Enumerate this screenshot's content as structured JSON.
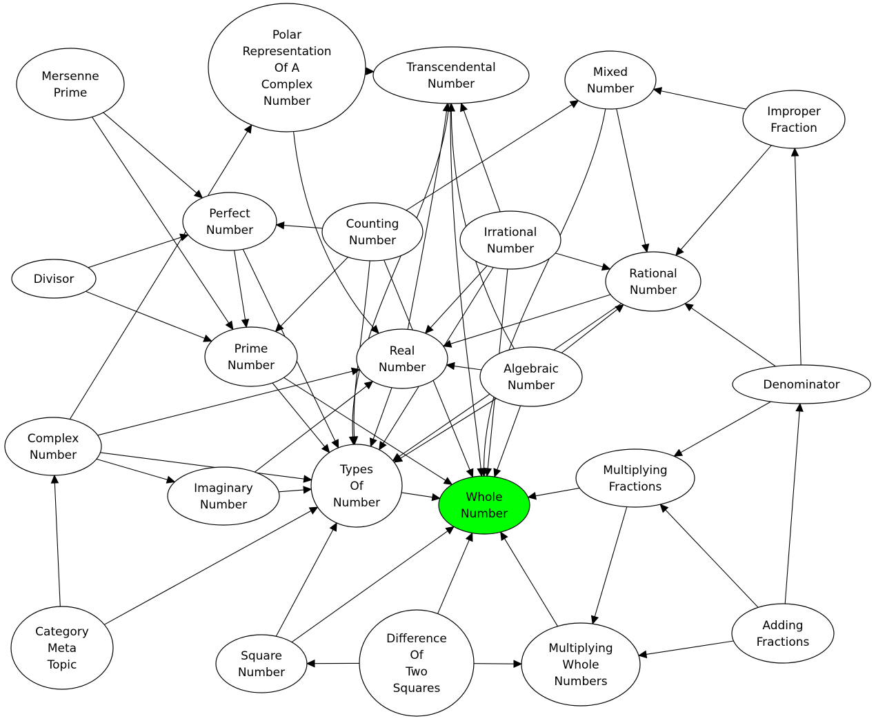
{
  "graph": {
    "nodes": {
      "mersenne": {
        "lines": [
          "Mersenne",
          "Prime"
        ],
        "fill": "#ffffff"
      },
      "polar": {
        "lines": [
          "Polar",
          "Representation",
          "Of A",
          "Complex",
          "Number"
        ],
        "fill": "#ffffff"
      },
      "transcendental": {
        "lines": [
          "Transcendental",
          "Number"
        ],
        "fill": "#ffffff"
      },
      "mixed": {
        "lines": [
          "Mixed",
          "Number"
        ],
        "fill": "#ffffff"
      },
      "improper": {
        "lines": [
          "Improper",
          "Fraction"
        ],
        "fill": "#ffffff"
      },
      "perfect": {
        "lines": [
          "Perfect",
          "Number"
        ],
        "fill": "#ffffff"
      },
      "counting": {
        "lines": [
          "Counting",
          "Number"
        ],
        "fill": "#ffffff"
      },
      "irrational": {
        "lines": [
          "Irrational",
          "Number"
        ],
        "fill": "#ffffff"
      },
      "rational": {
        "lines": [
          "Rational",
          "Number"
        ],
        "fill": "#ffffff"
      },
      "divisor": {
        "lines": [
          "Divisor"
        ],
        "fill": "#ffffff"
      },
      "prime": {
        "lines": [
          "Prime",
          "Number"
        ],
        "fill": "#ffffff"
      },
      "real": {
        "lines": [
          "Real",
          "Number"
        ],
        "fill": "#ffffff"
      },
      "algebraic": {
        "lines": [
          "Algebraic",
          "Number"
        ],
        "fill": "#ffffff"
      },
      "denominator": {
        "lines": [
          "Denominator"
        ],
        "fill": "#ffffff"
      },
      "complex": {
        "lines": [
          "Complex",
          "Number"
        ],
        "fill": "#ffffff"
      },
      "types": {
        "lines": [
          "Types",
          "Of",
          "Number"
        ],
        "fill": "#ffffff"
      },
      "whole": {
        "lines": [
          "Whole",
          "Number"
        ],
        "fill": "#00ff00"
      },
      "multfrac": {
        "lines": [
          "Multiplying",
          "Fractions"
        ],
        "fill": "#ffffff"
      },
      "imaginary": {
        "lines": [
          "Imaginary",
          "Number"
        ],
        "fill": "#ffffff"
      },
      "category": {
        "lines": [
          "Category",
          "Meta",
          "Topic"
        ],
        "fill": "#ffffff"
      },
      "square": {
        "lines": [
          "Square",
          "Number"
        ],
        "fill": "#ffffff"
      },
      "difference": {
        "lines": [
          "Difference",
          "Of",
          "Two",
          "Squares"
        ],
        "fill": "#ffffff"
      },
      "multwhole": {
        "lines": [
          "Multiplying",
          "Whole",
          "Numbers"
        ],
        "fill": "#ffffff"
      },
      "adding": {
        "lines": [
          "Adding",
          "Fractions"
        ],
        "fill": "#ffffff"
      }
    },
    "edges": [
      {
        "from": "mersenne",
        "to": "perfect"
      },
      {
        "from": "mersenne",
        "to": "prime"
      },
      {
        "from": "polar",
        "to": "transcendental"
      },
      {
        "from": "polar",
        "to": "real"
      },
      {
        "from": "transcendental",
        "to": "types"
      },
      {
        "from": "transcendental",
        "to": "whole"
      },
      {
        "from": "mixed",
        "to": "rational"
      },
      {
        "from": "mixed",
        "to": "whole"
      },
      {
        "from": "improper",
        "to": "mixed"
      },
      {
        "from": "improper",
        "to": "rational"
      },
      {
        "from": "perfect",
        "to": "prime"
      },
      {
        "from": "perfect",
        "to": "types"
      },
      {
        "from": "counting",
        "to": "perfect"
      },
      {
        "from": "counting",
        "to": "mixed"
      },
      {
        "from": "counting",
        "to": "prime"
      },
      {
        "from": "counting",
        "to": "types"
      },
      {
        "from": "counting",
        "to": "whole"
      },
      {
        "from": "irrational",
        "to": "transcendental"
      },
      {
        "from": "irrational",
        "to": "rational"
      },
      {
        "from": "irrational",
        "to": "real"
      },
      {
        "from": "irrational",
        "to": "types"
      },
      {
        "from": "irrational",
        "to": "whole"
      },
      {
        "from": "rational",
        "to": "real"
      },
      {
        "from": "rational",
        "to": "types"
      },
      {
        "from": "divisor",
        "to": "perfect"
      },
      {
        "from": "divisor",
        "to": "prime"
      },
      {
        "from": "prime",
        "to": "types"
      },
      {
        "from": "prime",
        "to": "whole"
      },
      {
        "from": "real",
        "to": "transcendental"
      },
      {
        "from": "real",
        "to": "types"
      },
      {
        "from": "algebraic",
        "to": "transcendental"
      },
      {
        "from": "algebraic",
        "to": "real"
      },
      {
        "from": "algebraic",
        "to": "rational"
      },
      {
        "from": "algebraic",
        "to": "types"
      },
      {
        "from": "algebraic",
        "to": "whole"
      },
      {
        "from": "denominator",
        "to": "rational"
      },
      {
        "from": "denominator",
        "to": "improper"
      },
      {
        "from": "denominator",
        "to": "multfrac"
      },
      {
        "from": "complex",
        "to": "polar"
      },
      {
        "from": "complex",
        "to": "real"
      },
      {
        "from": "complex",
        "to": "imaginary"
      },
      {
        "from": "complex",
        "to": "types"
      },
      {
        "from": "imaginary",
        "to": "types"
      },
      {
        "from": "imaginary",
        "to": "real"
      },
      {
        "from": "types",
        "to": "whole"
      },
      {
        "from": "multfrac",
        "to": "whole"
      },
      {
        "from": "multfrac",
        "to": "multwhole"
      },
      {
        "from": "category",
        "to": "complex"
      },
      {
        "from": "category",
        "to": "types"
      },
      {
        "from": "square",
        "to": "types"
      },
      {
        "from": "square",
        "to": "whole"
      },
      {
        "from": "difference",
        "to": "square"
      },
      {
        "from": "difference",
        "to": "multwhole"
      },
      {
        "from": "difference",
        "to": "whole"
      },
      {
        "from": "multwhole",
        "to": "whole"
      },
      {
        "from": "adding",
        "to": "multwhole"
      },
      {
        "from": "adding",
        "to": "multfrac"
      },
      {
        "from": "adding",
        "to": "denominator"
      }
    ]
  }
}
